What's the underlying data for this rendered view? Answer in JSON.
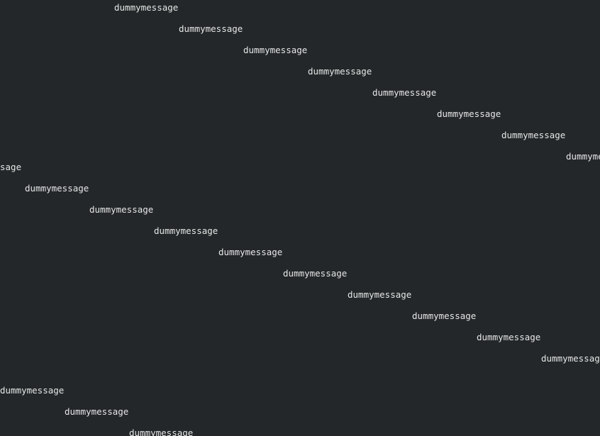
{
  "terminal": {
    "background": "#232729",
    "foreground": "#e6e6e6",
    "lines": [
      "dummymessage",
      "dummymessage",
      "dummymessage",
      "dummymessage",
      "dummymessage",
      "dummymessage",
      "dummymessage",
      "dummyme",
      "sage",
      "dummymessage",
      "dummymessage",
      "dummymessage",
      "dummymessage",
      "dummymessage",
      "dummymessage",
      "dummymessage",
      "dummymessage",
      "dummymessage",
      "dummymessage",
      "dummymessage",
      "dummymessage"
    ]
  }
}
